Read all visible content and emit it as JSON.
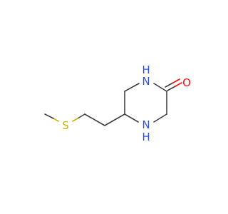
{
  "atoms": {
    "n1": {
      "symbol": "N",
      "hydrogen": "H",
      "color": "#3050f8"
    },
    "n4": {
      "symbol": "N",
      "hydrogen": "H",
      "color": "#3050f8"
    },
    "o": {
      "symbol": "O",
      "color": "#ff0d0d"
    },
    "s": {
      "symbol": "S",
      "color": "#c8b400"
    }
  },
  "colors": {
    "bond": "#404040",
    "background": "#ffffff"
  }
}
